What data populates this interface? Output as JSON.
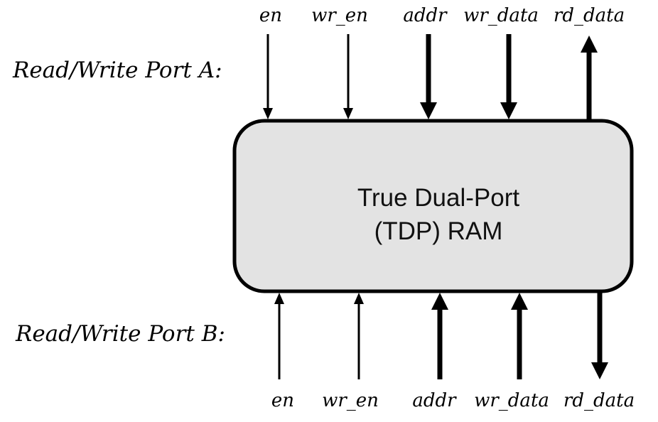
{
  "port_a": {
    "label": "Read/Write Port A:",
    "signals": [
      {
        "name": "en",
        "direction": "in",
        "bus": false
      },
      {
        "name": "wr_en",
        "direction": "in",
        "bus": false
      },
      {
        "name": "addr",
        "direction": "in",
        "bus": true
      },
      {
        "name": "wr_data",
        "direction": "in",
        "bus": true
      },
      {
        "name": "rd_data",
        "direction": "out",
        "bus": true
      }
    ]
  },
  "port_b": {
    "label": "Read/Write Port B:",
    "signals": [
      {
        "name": "en",
        "direction": "in",
        "bus": false
      },
      {
        "name": "wr_en",
        "direction": "in",
        "bus": false
      },
      {
        "name": "addr",
        "direction": "in",
        "bus": true
      },
      {
        "name": "wr_data",
        "direction": "in",
        "bus": true
      },
      {
        "name": "rd_data",
        "direction": "out",
        "bus": true
      }
    ]
  },
  "block": {
    "title_line1": "True Dual-Port",
    "title_line2": "(TDP) RAM",
    "fill_color": "#e3e3e3",
    "stroke_color": "#000000"
  }
}
